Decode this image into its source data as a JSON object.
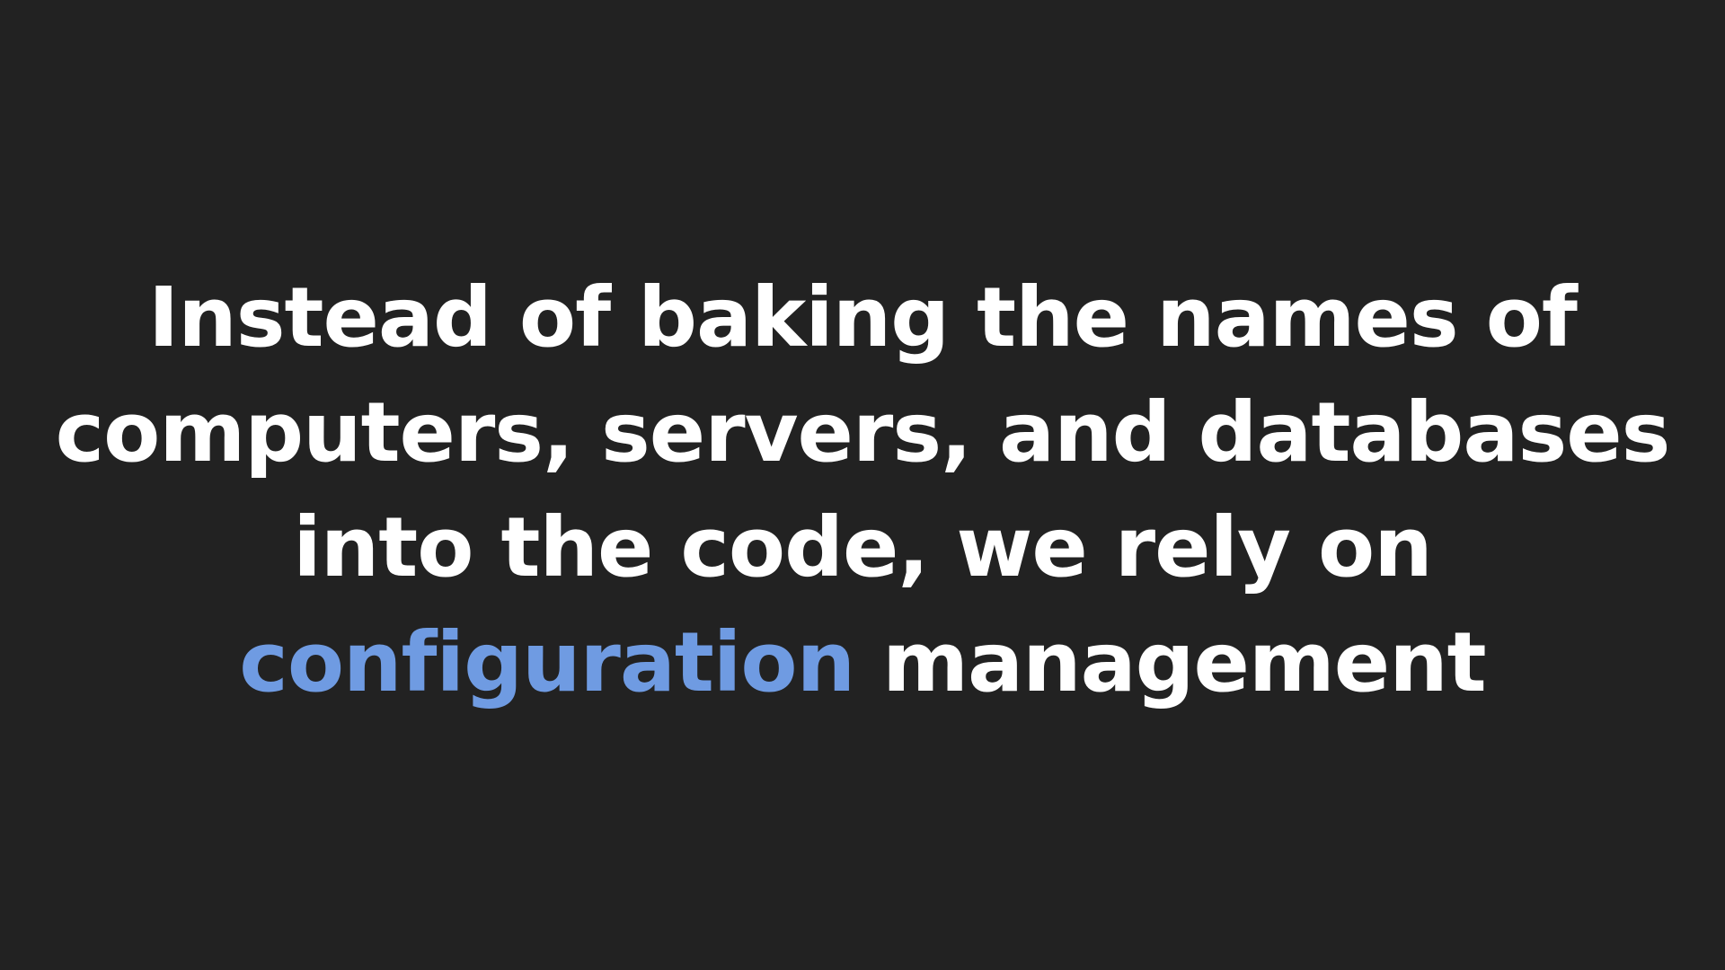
{
  "slide": {
    "lines": [
      "Instead of baking the names of",
      "computers, servers, and databases",
      "into the code, we rely on"
    ],
    "last_line": {
      "highlight": "configuration",
      "rest": " management"
    }
  },
  "colors": {
    "background": "#222222",
    "text": "#ffffff",
    "highlight": "#6f9be2"
  }
}
